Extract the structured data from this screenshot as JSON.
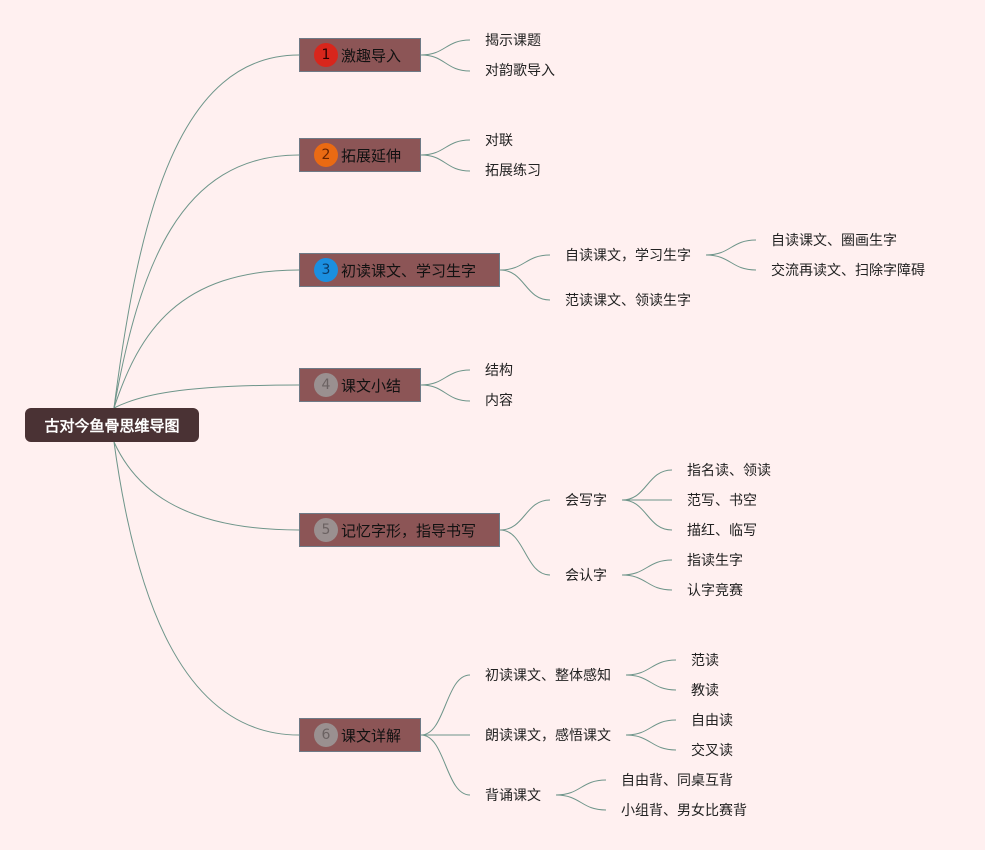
{
  "root": {
    "label": "古对今鱼骨思维导图"
  },
  "topics": [
    {
      "num": "1",
      "label": "激趣导入",
      "children": [
        {
          "label": "揭示课题"
        },
        {
          "label": "对韵歌导入"
        }
      ]
    },
    {
      "num": "2",
      "label": "拓展延伸",
      "children": [
        {
          "label": "对联"
        },
        {
          "label": "拓展练习"
        }
      ]
    },
    {
      "num": "3",
      "label": "初读课文、学习生字",
      "children": [
        {
          "label": "自读课文，学习生字",
          "children": [
            {
              "label": "自读课文、圈画生字"
            },
            {
              "label": "交流再读文、扫除字障碍"
            }
          ]
        },
        {
          "label": "范读课文、领读生字"
        }
      ]
    },
    {
      "num": "4",
      "label": "课文小结",
      "children": [
        {
          "label": "结构"
        },
        {
          "label": "内容"
        }
      ]
    },
    {
      "num": "5",
      "label": "记忆字形，指导书写",
      "children": [
        {
          "label": "会写字",
          "children": [
            {
              "label": "指名读、领读"
            },
            {
              "label": "范写、书空"
            },
            {
              "label": "描红、临写"
            }
          ]
        },
        {
          "label": "会认字",
          "children": [
            {
              "label": "指读生字"
            },
            {
              "label": "认字竞赛"
            }
          ]
        }
      ]
    },
    {
      "num": "6",
      "label": "课文详解",
      "children": [
        {
          "label": "初读课文、整体感知",
          "children": [
            {
              "label": "范读"
            },
            {
              "label": "教读"
            }
          ]
        },
        {
          "label": "朗读课文，感悟课文",
          "children": [
            {
              "label": "自由读"
            },
            {
              "label": "交叉读"
            }
          ]
        },
        {
          "label": "背诵课文",
          "children": [
            {
              "label": "自由背、同桌互背"
            },
            {
              "label": "小组背、男女比赛背"
            }
          ]
        }
      ]
    }
  ],
  "colors": {
    "background": "#fff0f0",
    "root": "#4a3234",
    "topic": "#8c5556",
    "connector": "#6e958a"
  }
}
